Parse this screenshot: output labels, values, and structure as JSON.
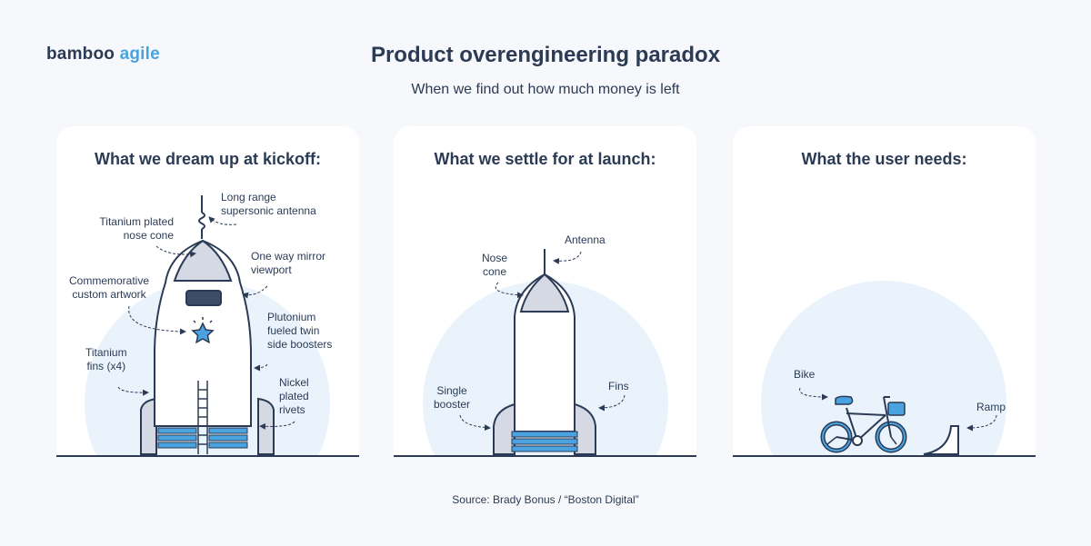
{
  "brand": {
    "word1": "bamboo",
    "word2": "agile"
  },
  "header": {
    "title": "Product overengineering paradox",
    "subtitle": "When we find out how much money is left"
  },
  "panels": [
    {
      "title": "What we dream up at kickoff:",
      "labels": {
        "antenna": "Long range\nsupersonic antenna",
        "nose": "Titanium plated\nnose cone",
        "viewport": "One way mirror\nviewport",
        "artwork": "Commemorative\ncustom artwork",
        "boosters": "Plutonium\nfueled twin\nside boosters",
        "fins": "Titanium\nfins (x4)",
        "rivets": "Nickel\nplated\nrivets"
      }
    },
    {
      "title": "What we settle for at launch:",
      "labels": {
        "antenna": "Antenna",
        "nose": "Nose\ncone",
        "booster": "Single\nbooster",
        "fins": "Fins"
      }
    },
    {
      "title": "What the user needs:",
      "labels": {
        "bike": "Bike",
        "ramp": "Ramp"
      }
    }
  ],
  "source": "Source: Brady Bonus / “Boston Digital”",
  "colors": {
    "navy": "#2b3b55",
    "blue": "#4aa3e0",
    "circle": "#eaf3fc",
    "grey": "#d4d9e3",
    "background": "#f6f8fb"
  }
}
